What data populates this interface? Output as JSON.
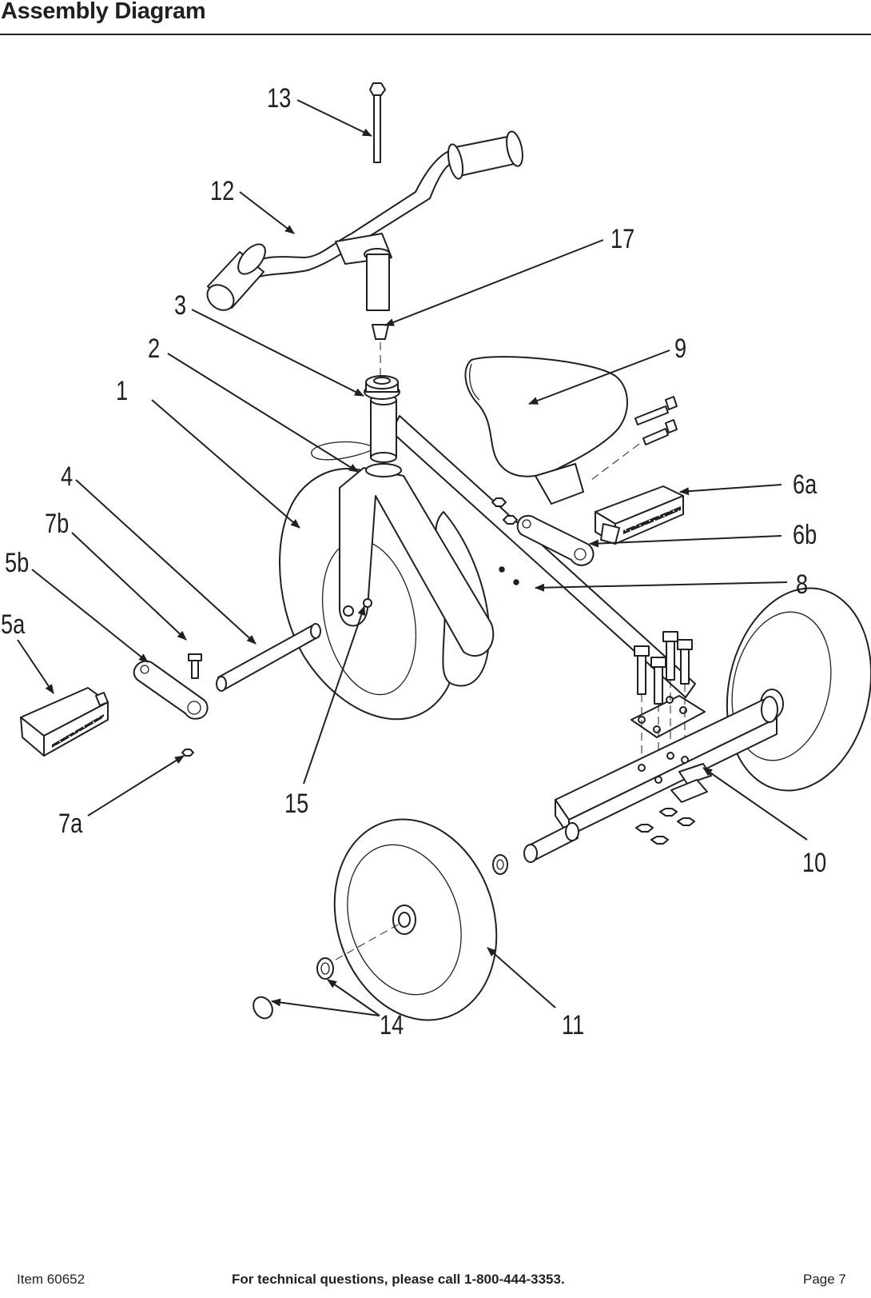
{
  "header": {
    "title": "Assembly Diagram"
  },
  "callouts": {
    "c1": "1",
    "c2": "2",
    "c3": "3",
    "c4": "4",
    "c5a": "5a",
    "c5b": "5b",
    "c6a": "6a",
    "c6b": "6b",
    "c7a": "7a",
    "c7b": "7b",
    "c8": "8",
    "c9": "9",
    "c10": "10",
    "c11": "11",
    "c12": "12",
    "c13": "13",
    "c14": "14",
    "c15": "15",
    "c17": "17"
  },
  "footer": {
    "item": "Item 60652",
    "tech": "For technical questions, please call 1-800-444-3353.",
    "page": "Page 7"
  }
}
